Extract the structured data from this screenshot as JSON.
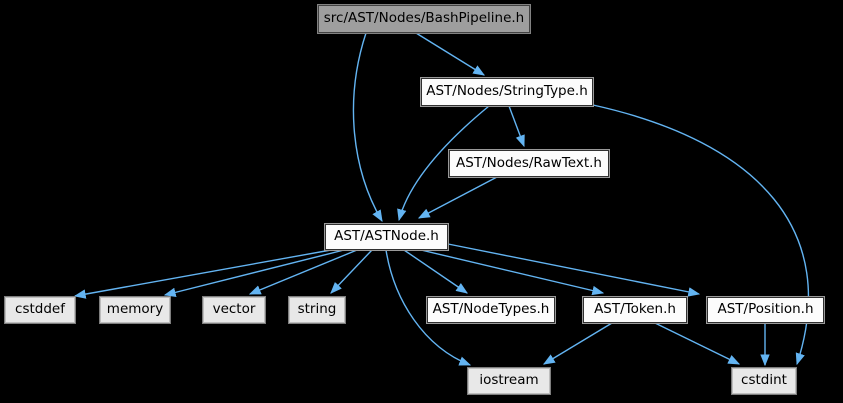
{
  "graph": {
    "nodes": {
      "bashpipeline": {
        "label": "src/AST/Nodes/BashPipeline.h",
        "role": "current-file"
      },
      "stringtype": {
        "label": "AST/Nodes/StringType.h",
        "role": "header"
      },
      "rawtext": {
        "label": "AST/Nodes/RawText.h",
        "role": "header"
      },
      "astnode": {
        "label": "AST/ASTNode.h",
        "role": "header"
      },
      "cstddef": {
        "label": "cstddef",
        "role": "system-header"
      },
      "memory": {
        "label": "memory",
        "role": "system-header"
      },
      "vector": {
        "label": "vector",
        "role": "system-header"
      },
      "string": {
        "label": "string",
        "role": "system-header"
      },
      "nodetypes": {
        "label": "AST/NodeTypes.h",
        "role": "header"
      },
      "token": {
        "label": "AST/Token.h",
        "role": "header"
      },
      "position": {
        "label": "AST/Position.h",
        "role": "header"
      },
      "iostream": {
        "label": "iostream",
        "role": "system-header"
      },
      "cstdint": {
        "label": "cstdint",
        "role": "system-header"
      }
    },
    "edges": [
      {
        "from": "bashpipeline",
        "to": "stringtype"
      },
      {
        "from": "bashpipeline",
        "to": "astnode"
      },
      {
        "from": "stringtype",
        "to": "rawtext"
      },
      {
        "from": "stringtype",
        "to": "astnode"
      },
      {
        "from": "stringtype",
        "to": "cstdint"
      },
      {
        "from": "rawtext",
        "to": "astnode"
      },
      {
        "from": "astnode",
        "to": "cstddef"
      },
      {
        "from": "astnode",
        "to": "memory"
      },
      {
        "from": "astnode",
        "to": "vector"
      },
      {
        "from": "astnode",
        "to": "string"
      },
      {
        "from": "astnode",
        "to": "nodetypes"
      },
      {
        "from": "astnode",
        "to": "token"
      },
      {
        "from": "astnode",
        "to": "position"
      },
      {
        "from": "astnode",
        "to": "iostream"
      },
      {
        "from": "token",
        "to": "iostream"
      },
      {
        "from": "token",
        "to": "cstdint"
      },
      {
        "from": "position",
        "to": "cstdint"
      }
    ],
    "colors": {
      "background": "#000000",
      "edge": "#63b4f2",
      "current_node_fill": "#9e9e9e",
      "header_node_fill": "#fcfcfc",
      "system_node_fill": "#e8e8e8",
      "node_text": "#000000"
    }
  }
}
